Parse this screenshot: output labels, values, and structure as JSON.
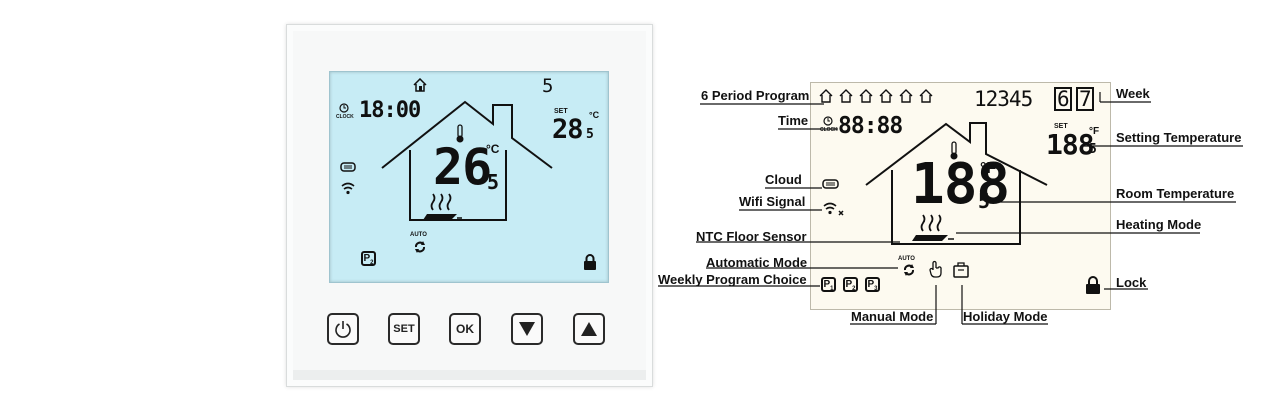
{
  "left_display": {
    "day": "5",
    "time": "18:00",
    "clock_label": "CLOCK",
    "set_label": "SET",
    "set_temp": "28",
    "set_temp_decimal": "5",
    "set_unit": "°C",
    "room_temp": "26",
    "room_temp_decimal": "5",
    "room_unit": "°C",
    "auto_label": "AUTO",
    "program": "P",
    "program_sub": "2"
  },
  "buttons": {
    "power": "power",
    "set": "SET",
    "ok": "OK",
    "down": "down",
    "up": "up"
  },
  "right_display": {
    "week_digits": "12345",
    "week_boxed": [
      "6",
      "7"
    ],
    "time": "88:88",
    "clock_label": "CLOCK",
    "set_label": "SET",
    "set_temp": "188",
    "set_temp_decimal": "5",
    "set_unit": "°F",
    "room_temp": "188",
    "room_temp_decimal": "5",
    "room_unit": "°F",
    "auto_label": "AUTO",
    "programs": [
      "1",
      "2",
      "3"
    ]
  },
  "labels": {
    "period_program": "6 Period Program",
    "time": "Time",
    "cloud": "Cloud",
    "wifi": "Wifi Signal",
    "ntc": "NTC Floor Sensor",
    "auto_mode": "Automatic Mode",
    "weekly_program": "Weekly Program Choice",
    "manual_mode": "Manual Mode",
    "holiday_mode": "Holiday Mode",
    "week": "Week",
    "setting_temp": "Setting Temperature",
    "room_temp": "Room Temperature",
    "heating_mode": "Heating Mode",
    "lock": "Lock"
  }
}
